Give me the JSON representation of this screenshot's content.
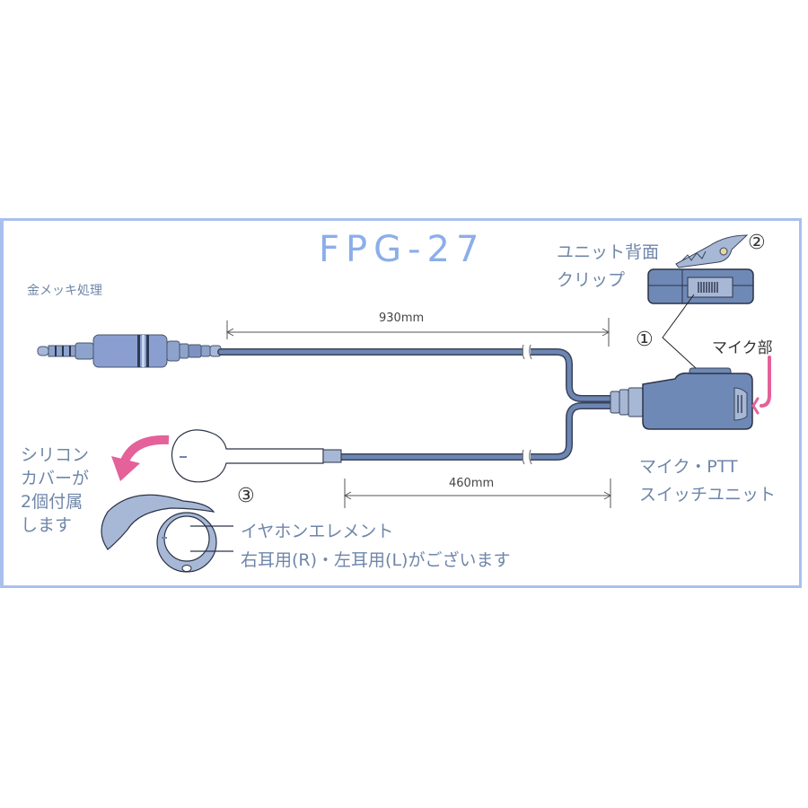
{
  "diagram": {
    "title": "FPG-27",
    "labels": {
      "gold_plating": "金メッキ処理",
      "clip_line1": "ユニット背面",
      "clip_line2": "クリップ",
      "mic_part": "マイク部",
      "ptt_line1": "マイク・PTT",
      "ptt_line2": "スイッチユニット",
      "silicone_line1": "シリコン",
      "silicone_line2": "カバーが",
      "silicone_line3": "2個付属",
      "silicone_line4": "します",
      "earphone_line1": "イヤホンエレメント",
      "earphone_line2": "右耳用(R)・左耳用(L)がございます"
    },
    "callouts": {
      "one": "①",
      "two": "②",
      "three": "③"
    },
    "dimensions": {
      "upper_cable": "930mm",
      "lower_cable": "460mm"
    },
    "colors": {
      "frame_border": "#a9c0ef",
      "title": "#8caee9",
      "label_text": "#6f86a9",
      "cable": "#6c86b4",
      "component_fill": "#6f89b6",
      "light_fill": "#a7b8d6",
      "accent_arrow": "#e4619a"
    }
  }
}
